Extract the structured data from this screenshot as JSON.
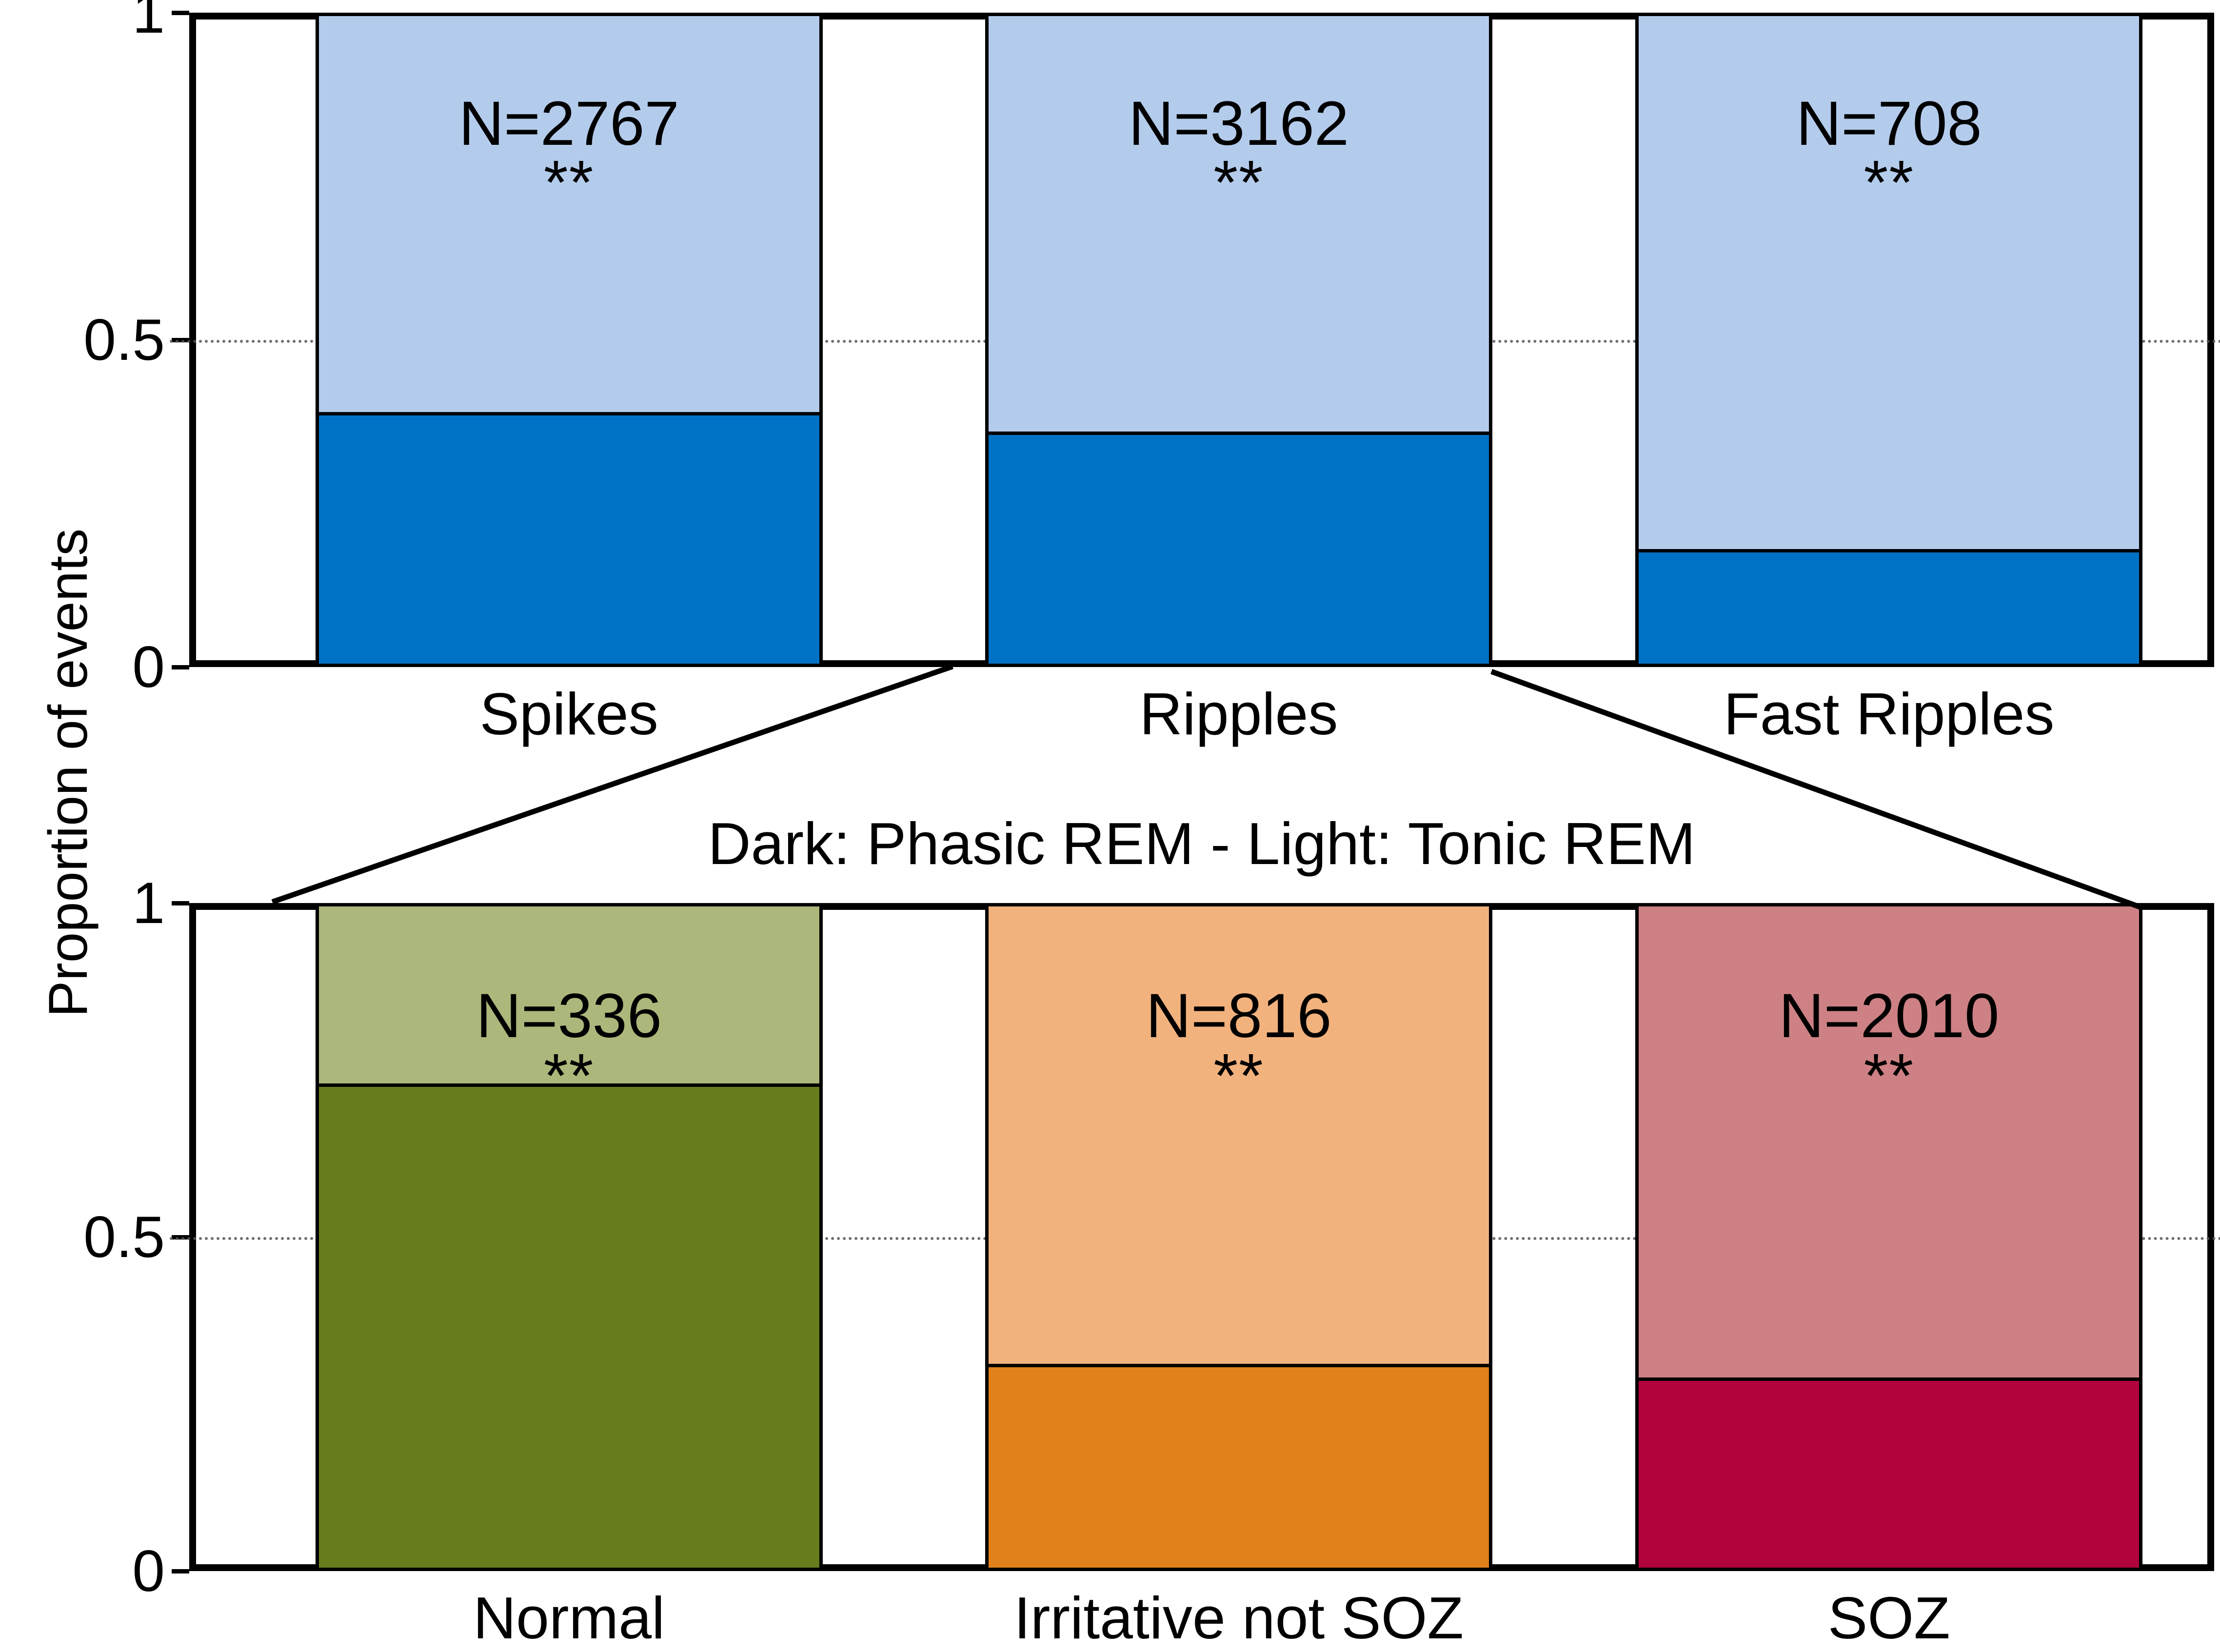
{
  "figure": {
    "ylabel": "Proportion of events",
    "caption": "Dark: Phasic REM - Light: Tonic REM"
  },
  "axis": {
    "ticks": [
      "1",
      "0.5",
      "0"
    ],
    "tick_values": [
      1,
      0.5,
      0
    ]
  },
  "chart_data": [
    {
      "type": "bar",
      "stacked": true,
      "panel": "top",
      "title": "",
      "xlabel": "",
      "ylabel": "Proportion of events",
      "ylim": [
        0,
        1
      ],
      "grid": "dotted horizontal at 0.5",
      "categories": [
        "Spikes",
        "Ripples",
        "Fast Ripples"
      ],
      "series": [
        {
          "name": "Dark: Phasic REM",
          "values": [
            0.39,
            0.36,
            0.18
          ]
        },
        {
          "name": "Light: Tonic REM",
          "values": [
            0.61,
            0.64,
            0.82
          ]
        }
      ],
      "annotations": [
        {
          "category": "Spikes",
          "n_label": "N=2767",
          "significance": "**"
        },
        {
          "category": "Ripples",
          "n_label": "N=3162",
          "significance": "**"
        },
        {
          "category": "Fast Ripples",
          "n_label": "N=708",
          "significance": "**"
        }
      ],
      "colors": {
        "dark": "#0072C6",
        "light": "#B4CCEC"
      }
    },
    {
      "type": "bar",
      "stacked": true,
      "panel": "bottom",
      "title": "",
      "xlabel": "",
      "ylabel": "Proportion of events",
      "ylim": [
        0,
        1
      ],
      "grid": "dotted horizontal at 0.5",
      "categories": [
        "Normal",
        "Irritative not SOZ",
        "SOZ"
      ],
      "series": [
        {
          "name": "Dark: Phasic REM",
          "values": [
            0.73,
            0.31,
            0.29
          ]
        },
        {
          "name": "Light: Tonic REM",
          "values": [
            0.27,
            0.69,
            0.71
          ]
        }
      ],
      "annotations": [
        {
          "category": "Normal",
          "n_label": "N=336",
          "significance": "**"
        },
        {
          "category": "Irritative not SOZ",
          "n_label": "N=816",
          "significance": "**"
        },
        {
          "category": "SOZ",
          "n_label": "N=2010",
          "significance": "**"
        }
      ],
      "colors": {
        "Normal": {
          "dark": "#677C1C",
          "light": "#ACB77B"
        },
        "Irritative not SOZ": {
          "dark": "#E1811B",
          "light": "#F2B27E"
        },
        "SOZ": {
          "dark": "#B1033C",
          "light": "#CD8184"
        }
      }
    }
  ],
  "top_panel": {
    "bars": [
      {
        "label": "Spikes",
        "n": "N=2767",
        "stars": "**",
        "dark": 0.39,
        "light": 0.61,
        "color_dark": "#0072C6",
        "color_light": "#B4CCEC"
      },
      {
        "label": "Ripples",
        "n": "N=3162",
        "stars": "**",
        "dark": 0.36,
        "light": 0.64,
        "color_dark": "#0072C6",
        "color_light": "#B4CCEC"
      },
      {
        "label": "Fast Ripples",
        "n": "N=708",
        "stars": "**",
        "dark": 0.18,
        "light": 0.82,
        "color_dark": "#0072C6",
        "color_light": "#B4CCEC"
      }
    ]
  },
  "bottom_panel": {
    "bars": [
      {
        "label": "Normal",
        "n": "N=336",
        "stars": "**",
        "dark": 0.73,
        "light": 0.27,
        "color_dark": "#677C1C",
        "color_light": "#ACB77B"
      },
      {
        "label": "Irritative not SOZ",
        "n": "N=816",
        "stars": "**",
        "dark": 0.31,
        "light": 0.69,
        "color_dark": "#E1811B",
        "color_light": "#F2B27E"
      },
      {
        "label": "SOZ",
        "n": "N=2010",
        "stars": "**",
        "dark": 0.29,
        "light": 0.71,
        "color_dark": "#B1033C",
        "color_light": "#CD8184"
      }
    ]
  }
}
